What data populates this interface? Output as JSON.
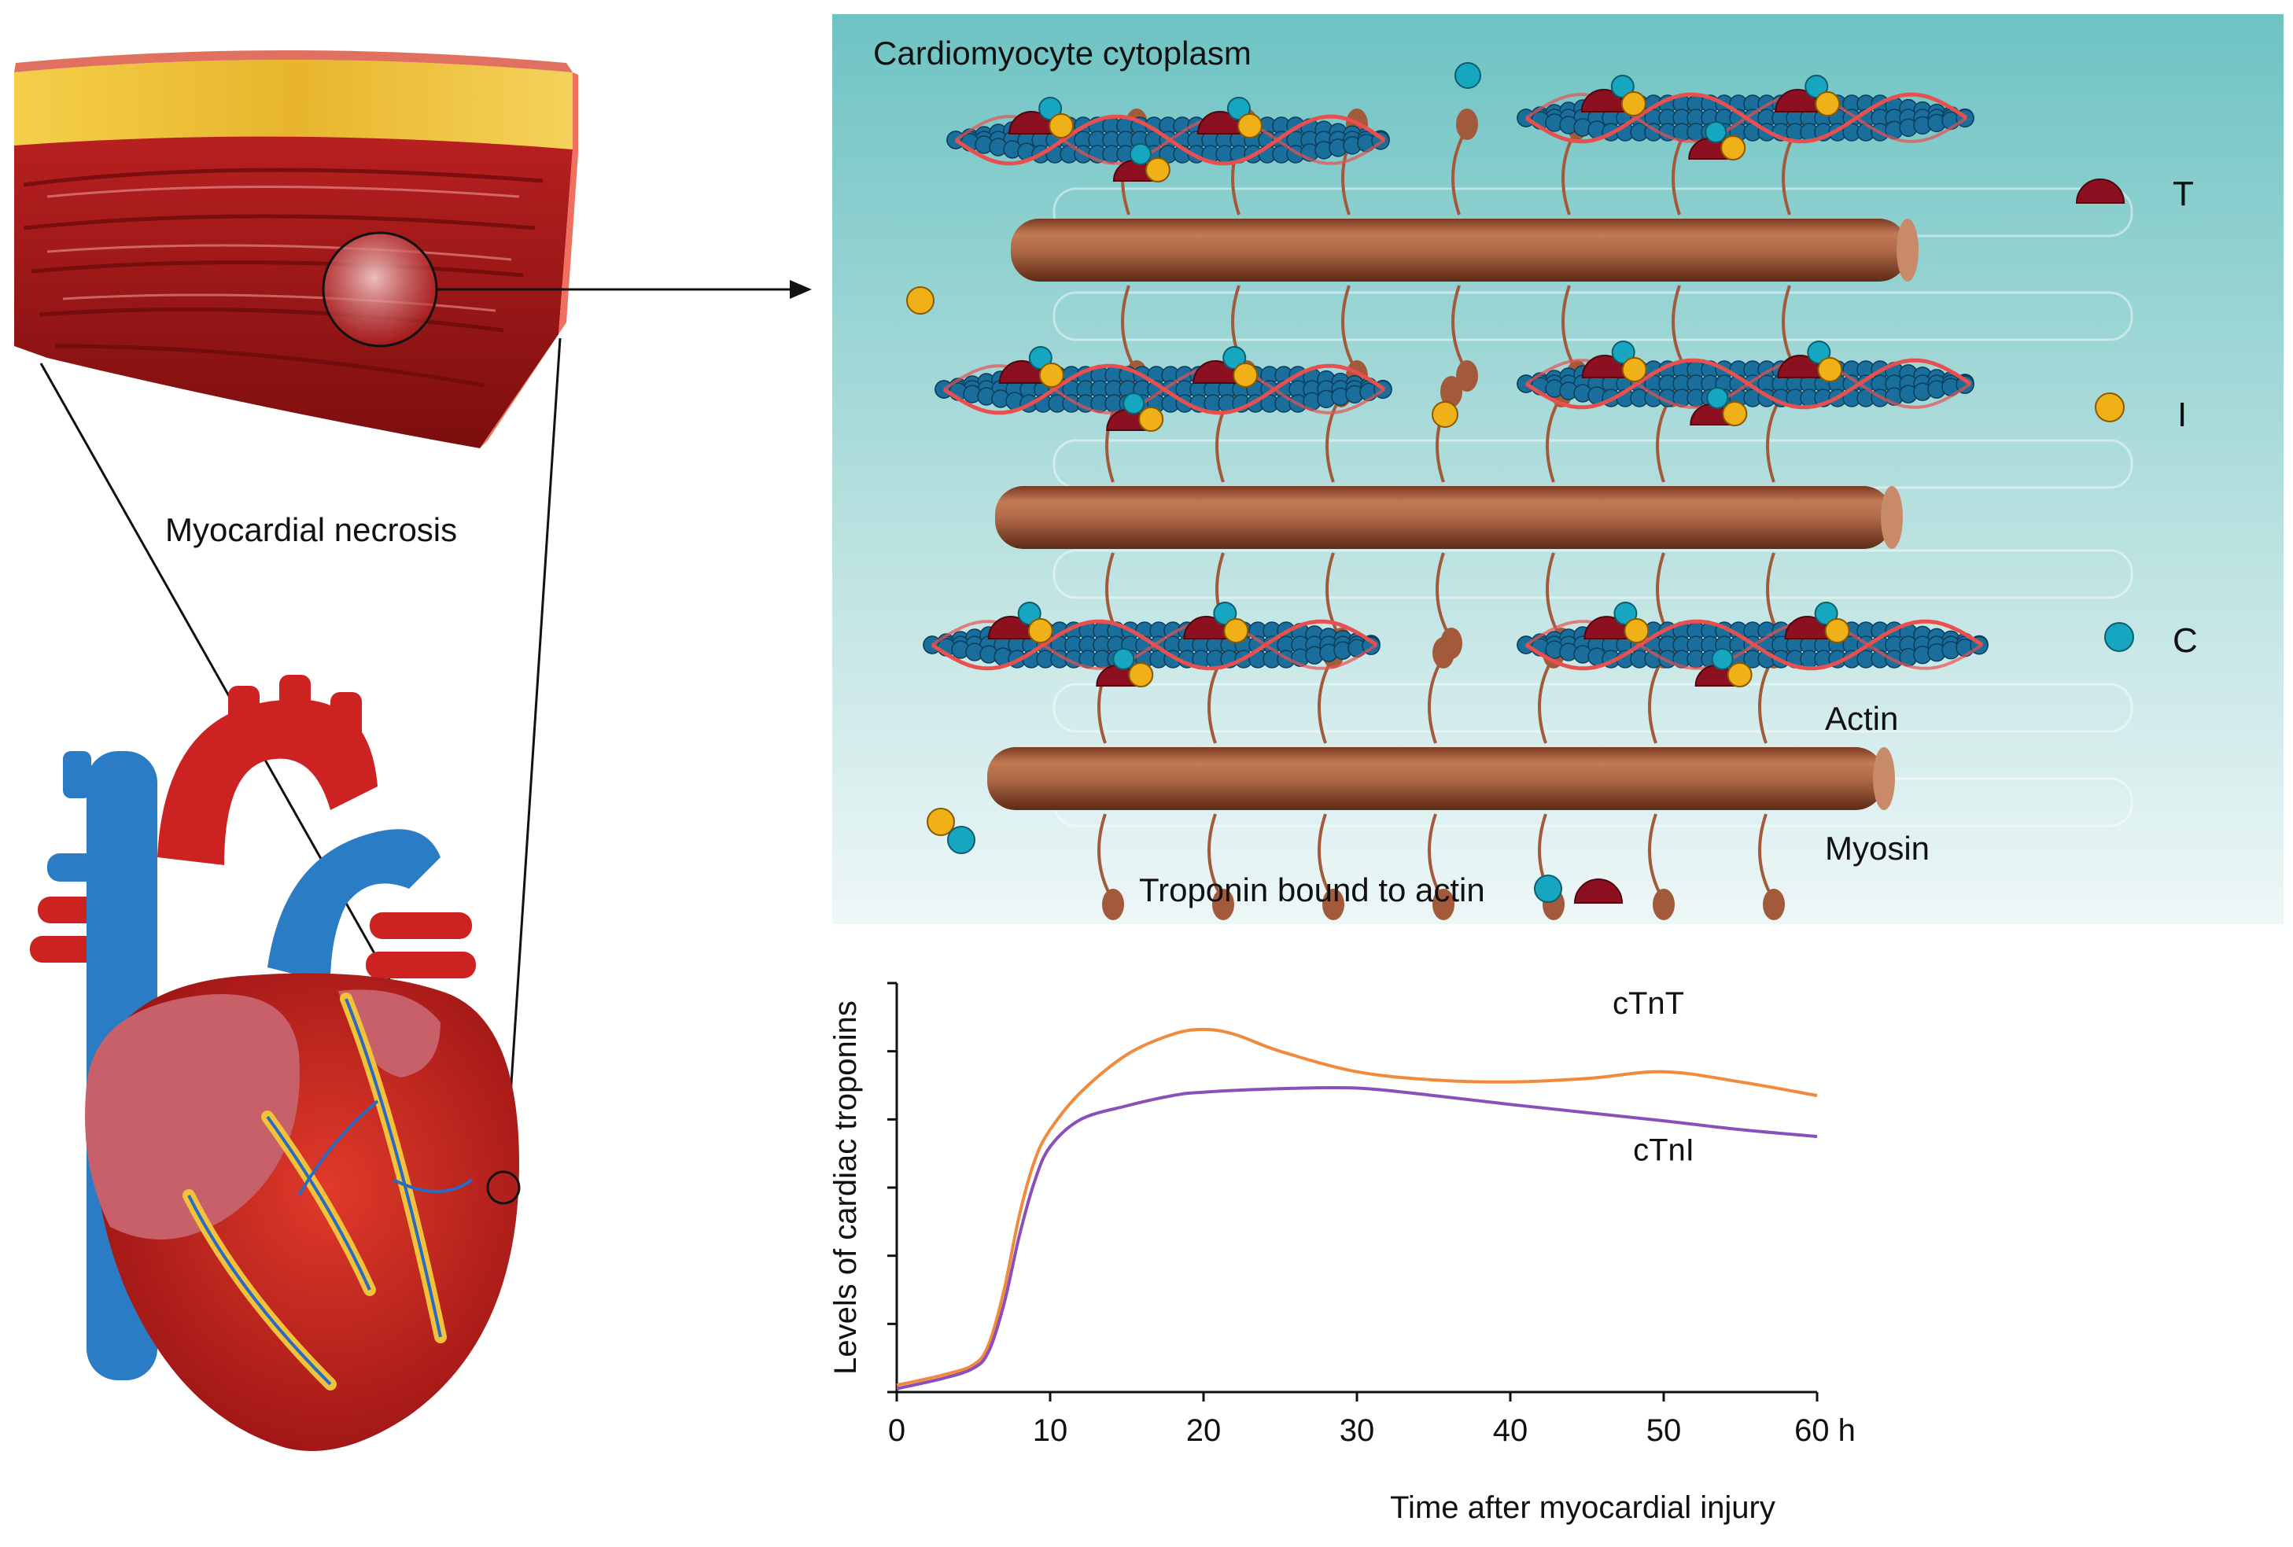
{
  "labels": {
    "cytoplasm": "Cardiomyocyte cytoplasm",
    "necrosis": "Myocardial necrosis",
    "actin": "Actin",
    "myosin": "Myosin",
    "troponin_bound": "Troponin bound to actin",
    "T": "T",
    "I": "I",
    "C": "C"
  },
  "colors": {
    "panel_top": "#6ec3c3",
    "panel_bottom": "#eef7f7",
    "actin_bead": "#1a6e9c",
    "troponin_c": "#16a6bf",
    "troponin_i": "#f0b018",
    "troponin_t": "#8c1020",
    "myosin": "#a35a3a",
    "muscle": "#a01818",
    "fat": "#f2c23a",
    "artery": "#cc2222",
    "vein": "#2a7cc4",
    "ctnt": "#f08a3c",
    "ctni": "#8a4fb8"
  },
  "chart_data": {
    "type": "line",
    "title": "",
    "xlabel": "Time after myocardial injury",
    "ylabel": "Levels of cardiac troponins",
    "xlim": [
      0,
      60
    ],
    "ylim": [
      0,
      6
    ],
    "x_ticks": [
      0,
      10,
      20,
      30,
      40,
      50,
      60
    ],
    "x_tick_labels": [
      "0",
      "10",
      "20",
      "30",
      "40",
      "50",
      "60 h"
    ],
    "y_ticks": [
      0,
      1,
      2,
      3,
      4,
      5,
      6
    ],
    "series": [
      {
        "name": "cTnT",
        "color": "#f08a3c",
        "x": [
          0,
          3,
          5,
          6,
          7,
          8,
          9,
          10,
          12,
          15,
          18,
          20,
          22,
          25,
          30,
          35,
          40,
          45,
          50,
          55,
          60
        ],
        "y": [
          0.1,
          0.25,
          0.4,
          0.7,
          1.5,
          2.6,
          3.4,
          3.85,
          4.4,
          4.95,
          5.25,
          5.32,
          5.25,
          5.0,
          4.7,
          4.58,
          4.55,
          4.6,
          4.7,
          4.55,
          4.35
        ]
      },
      {
        "name": "cTnI",
        "color": "#8a4fb8",
        "x": [
          0,
          3,
          5,
          6,
          7,
          8,
          9,
          10,
          12,
          15,
          18,
          20,
          25,
          30,
          35,
          40,
          45,
          50,
          55,
          60
        ],
        "y": [
          0.05,
          0.2,
          0.35,
          0.6,
          1.3,
          2.3,
          3.1,
          3.6,
          4.0,
          4.2,
          4.35,
          4.4,
          4.45,
          4.46,
          4.35,
          4.22,
          4.1,
          3.98,
          3.85,
          3.75
        ]
      }
    ]
  }
}
